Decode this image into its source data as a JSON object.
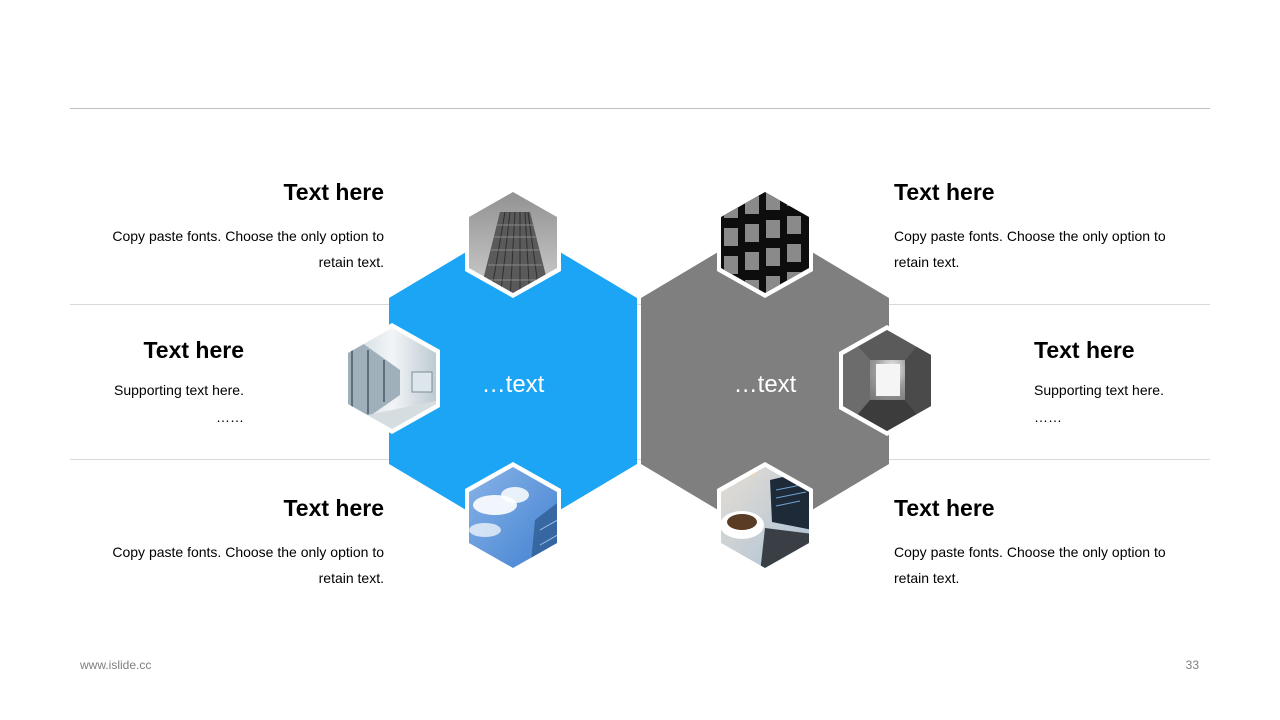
{
  "colors": {
    "accent_blue": "#1ca5f4",
    "accent_gray": "#7f7f7f"
  },
  "left_hex": {
    "label": "…text"
  },
  "right_hex": {
    "label": "…text"
  },
  "items": {
    "left_top": {
      "title": "Text here",
      "desc_line1": "Copy paste fonts. Choose the only option to",
      "desc_line2": "retain text."
    },
    "left_mid": {
      "title": "Text here",
      "desc_line1": "Supporting text here.",
      "desc_line2": "……"
    },
    "left_bottom": {
      "title": "Text here",
      "desc_line1": "Copy paste fonts. Choose the only option to",
      "desc_line2": "retain text."
    },
    "right_top": {
      "title": "Text here",
      "desc_line1": "Copy paste fonts. Choose the only option to",
      "desc_line2": "retain text."
    },
    "right_mid": {
      "title": "Text here",
      "desc_line1": "Supporting text here.",
      "desc_line2": "……"
    },
    "right_bottom": {
      "title": "Text here",
      "desc_line1": "Copy paste fonts. Choose the only option to",
      "desc_line2": "retain text."
    }
  },
  "photos": {
    "left_top": "skyscraper-photo",
    "left_mid": "glass-corridor-photo",
    "left_bottom": "sky-clouds-photo",
    "right_top": "dark-building-photo",
    "right_mid": "concrete-tunnel-photo",
    "right_bottom": "laptop-coffee-photo"
  },
  "footer": {
    "website": "www.islide.cc",
    "page_number": "33"
  }
}
